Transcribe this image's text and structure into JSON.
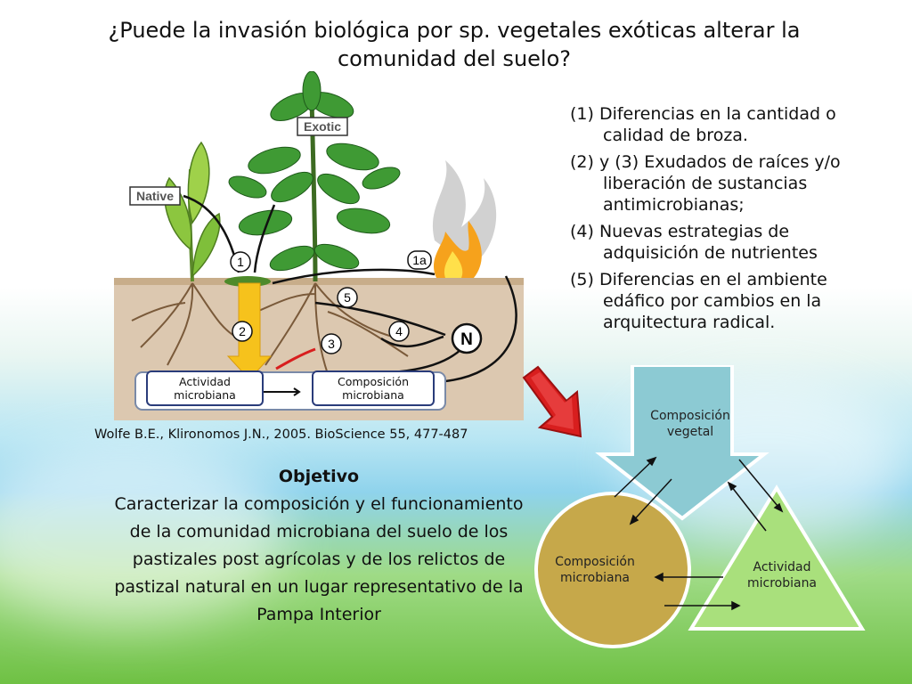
{
  "title": "¿Puede la invasión biológica por sp. vegetales exóticas alterar la comunidad del suelo?",
  "figure": {
    "native_label": "Native",
    "exotic_label": "Exotic",
    "markers": [
      "1",
      "1a",
      "2",
      "3",
      "4",
      "5",
      "N"
    ],
    "box_left": "Actividad microbiana",
    "box_right": "Composición microbiana"
  },
  "citation": "Wolfe B.E., Klironomos J.N., 2005. BioScience 55, 477-487",
  "mechanisms": [
    "(1)  Diferencias en la cantidad o calidad de broza.",
    "(2) y (3) Exudados de raíces y/o liberación de sustancias antimicrobianas;",
    "(4) Nuevas estrategias de adquisición de nutrientes",
    "(5) Diferencias en el ambiente edáfico por cambios en la arquitectura radical."
  ],
  "objective": {
    "heading": "Objetivo",
    "text": "Caracterizar la composición y el funcionamiento de la comunidad microbiana del suelo de los pastizales post agrícolas y de los relictos de pastizal natural en un lugar representativo de la Pampa Interior"
  },
  "schema": {
    "top": "Composición vegetal",
    "left": "Composición microbiana",
    "right": "Actividad microbiana"
  },
  "colors": {
    "soil": "#dcc8b0",
    "leaf": "#3f9a34",
    "arrow_yellow": "#f6c21c",
    "arrow_red": "#d81e1e",
    "schema_arrow": "#8ccad3",
    "schema_circle": "#c6a84a",
    "schema_triangle": "#a9e07c"
  }
}
